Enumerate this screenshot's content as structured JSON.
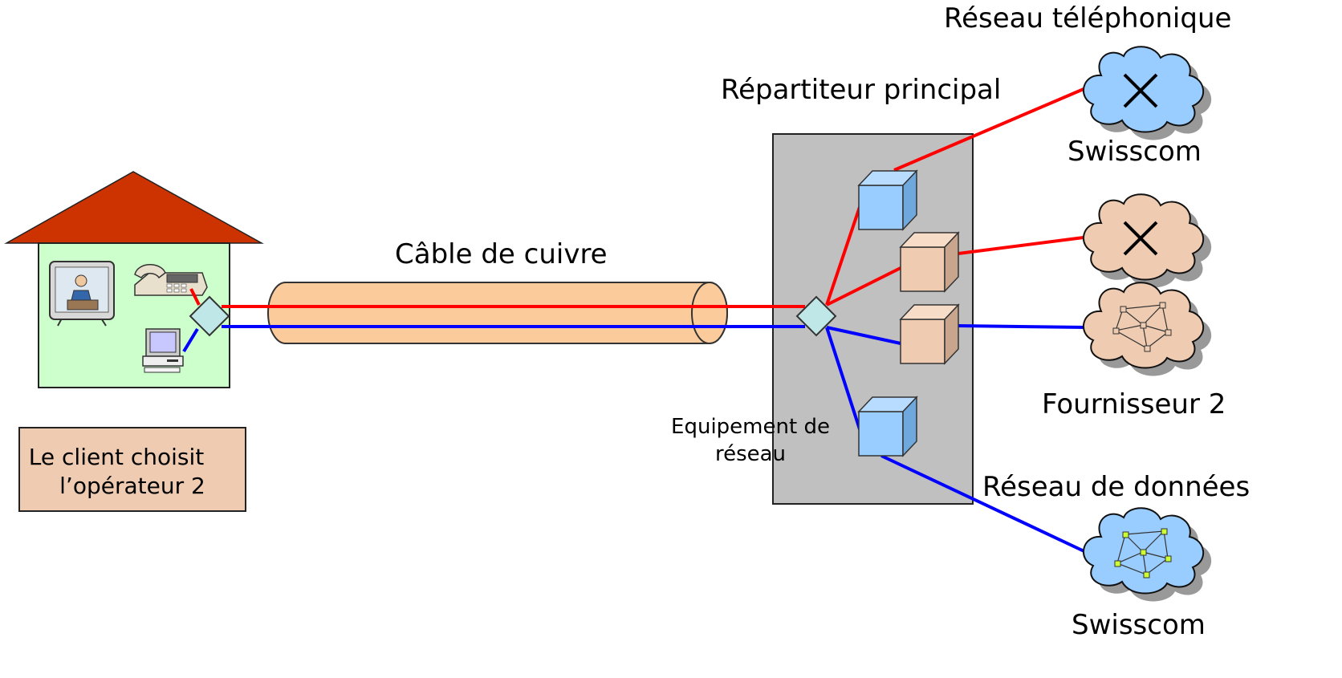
{
  "labels": {
    "telephone_network": "Réseau téléphonique",
    "main_distribution_frame": "Répartiteur principal",
    "copper_cable": "Câble de cuivre",
    "swisscom_top": "Swisscom",
    "provider_2": "Fournisseur 2",
    "data_network": "Réseau de données",
    "swisscom_bottom": "Swisscom",
    "network_equipment_line1": "Equipement de",
    "network_equipment_line2": "réseau",
    "client_choice_line1": "Le client choisit",
    "client_choice_line2": "l’opérateur 2"
  },
  "colors": {
    "voice_line": "#ff0000",
    "data_line": "#0000ff",
    "swisscom_equipment": "#99ccff",
    "operator2_equipment": "#efcbb1",
    "house_roof": "#cc3300",
    "house_wall": "#ccffcc",
    "frame_panel": "#c0c0c0",
    "copper_cable": "#fccb9c",
    "splitter": "#bfe7e7"
  },
  "icons": [
    "house",
    "tv",
    "telephone",
    "computer",
    "splitter-diamond",
    "equipment-cube",
    "cloud-switch",
    "cloud-network"
  ]
}
